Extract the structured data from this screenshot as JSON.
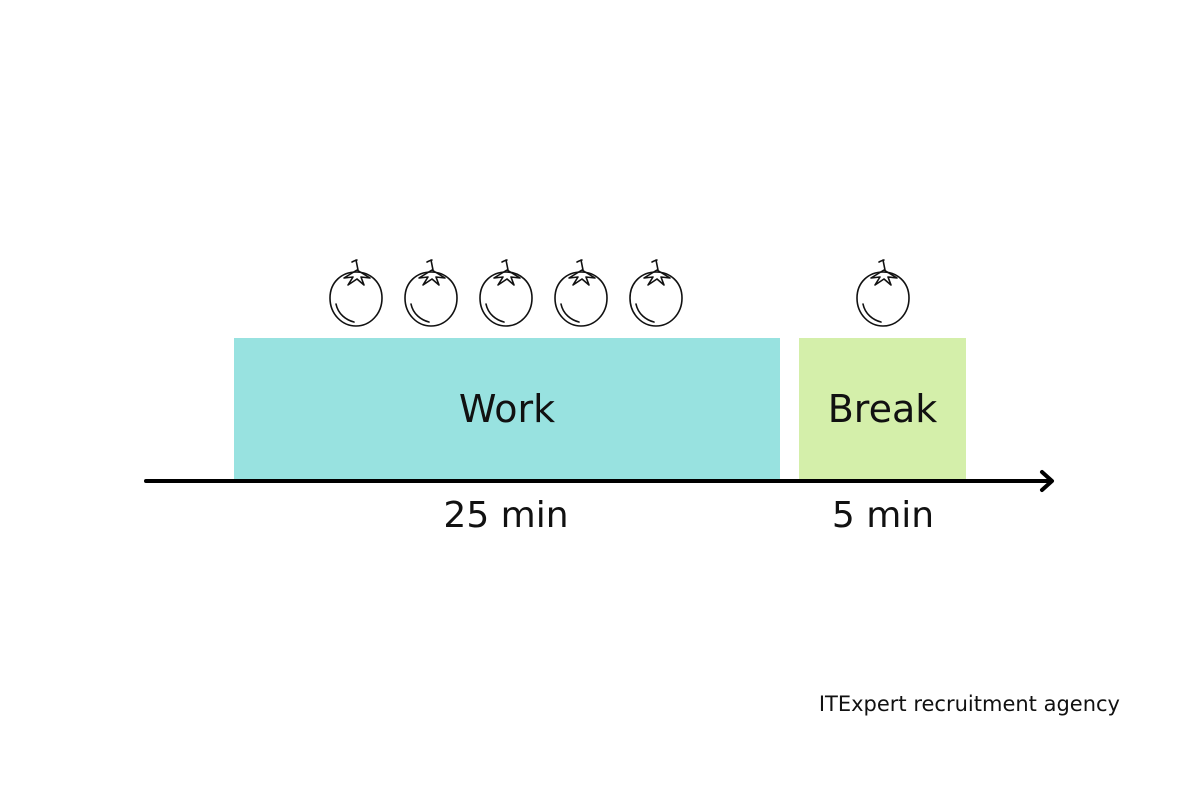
{
  "blocks": {
    "work": {
      "label": "Work",
      "duration": "25 min",
      "color": "#98e2e0",
      "tomato_count": 5
    },
    "break": {
      "label": "Break",
      "duration": "5 min",
      "color": "#d4efaa",
      "tomato_count": 1
    }
  },
  "icons": {
    "tomato": "tomato-icon",
    "arrow": "arrow-right-icon"
  },
  "footer": {
    "brand": "ITExpert recruitment agency"
  }
}
